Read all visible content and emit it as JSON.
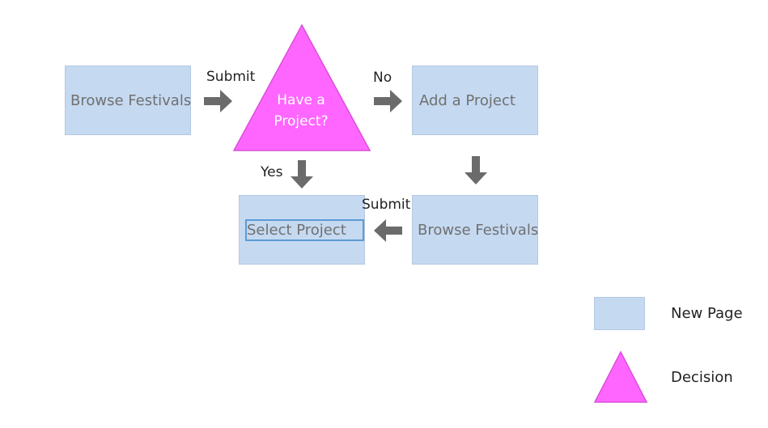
{
  "nodes": {
    "browse_festivals_start": "Browse Festivals",
    "decision_line1": "Have a",
    "decision_line2": "Project?",
    "add_project": "Add a Project",
    "browse_festivals_second": "Browse Festivals",
    "select_project": "Select Project"
  },
  "edges": {
    "submit_top": "Submit",
    "no": "No",
    "yes": "Yes",
    "submit_bottom": "Submit"
  },
  "legend": {
    "new_page": "New Page",
    "decision": "Decision"
  },
  "colors": {
    "page_fill": "#c5d9f1",
    "decision_fill": "#ff66ff",
    "arrow": "#6b6b6b",
    "selection_border": "#5b9bd5"
  }
}
